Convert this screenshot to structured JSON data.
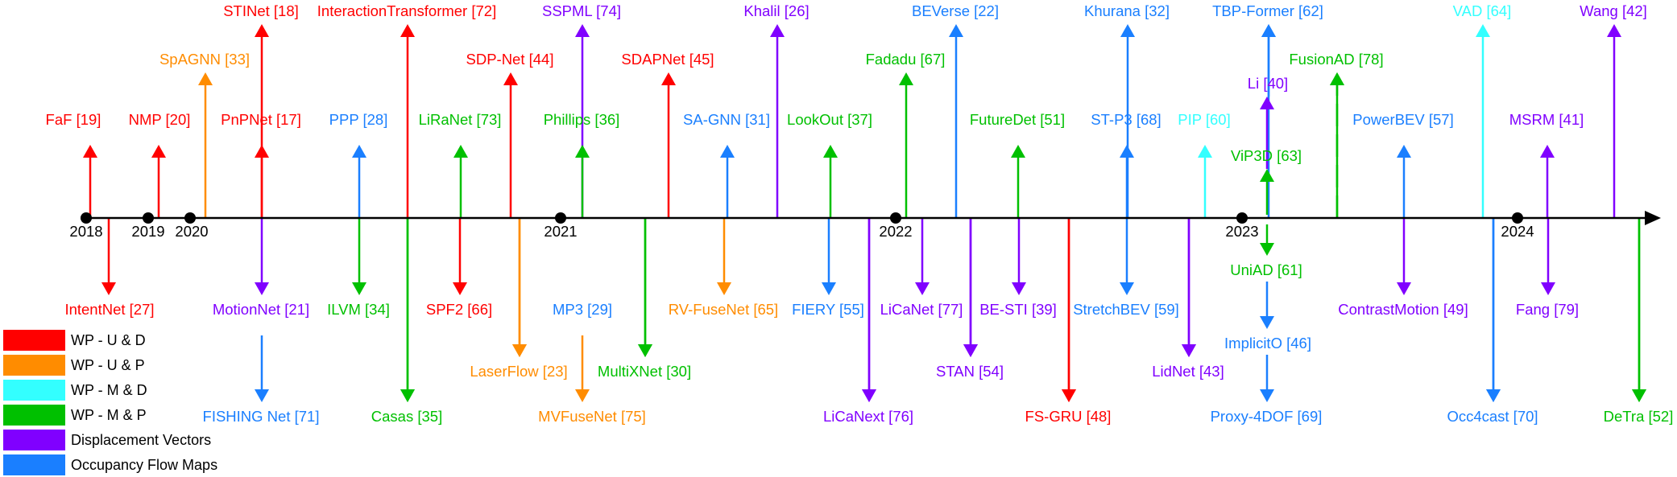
{
  "colors": {
    "wp_ud": "#ff0000",
    "wp_up": "#ff8c00",
    "wp_md": "#33ffff",
    "wp_mp": "#00c000",
    "displacement": "#8000ff",
    "occupancy": "#1a7fff",
    "axis": "#000000"
  },
  "years": [
    "2018",
    "2019",
    "2020",
    "2021",
    "2022",
    "2023",
    "2024"
  ],
  "legend": [
    {
      "label": "WP - U & D",
      "cat": "wp_ud"
    },
    {
      "label": "WP - U & P",
      "cat": "wp_up"
    },
    {
      "label": "WP - M & D",
      "cat": "wp_md"
    },
    {
      "label": "WP - M & P",
      "cat": "wp_mp"
    },
    {
      "label": "Displacement Vectors",
      "cat": "displacement"
    },
    {
      "label": "Occupancy Flow Maps",
      "cat": "occupancy"
    }
  ],
  "methods": [
    {
      "label": "FaF [19]",
      "cat": "wp_ud"
    },
    {
      "label": "NMP [20]",
      "cat": "wp_ud"
    },
    {
      "label": "SpAGNN [33]",
      "cat": "wp_up"
    },
    {
      "label": "STINet [18]",
      "cat": "wp_ud"
    },
    {
      "label": "PnPNet [17]",
      "cat": "wp_ud"
    },
    {
      "label": "InteractionTransformer [72]",
      "cat": "wp_ud"
    },
    {
      "label": "PPP [28]",
      "cat": "occupancy"
    },
    {
      "label": "LiRaNet [73]",
      "cat": "wp_mp"
    },
    {
      "label": "SDP-Net [44]",
      "cat": "wp_ud"
    },
    {
      "label": "SSPML [74]",
      "cat": "displacement"
    },
    {
      "label": "Phillips [36]",
      "cat": "wp_mp"
    },
    {
      "label": "SDAPNet [45]",
      "cat": "wp_ud"
    },
    {
      "label": "SA-GNN [31]",
      "cat": "occupancy"
    },
    {
      "label": "Khalil [26]",
      "cat": "displacement"
    },
    {
      "label": "LookOut [37]",
      "cat": "wp_mp"
    },
    {
      "label": "Fadadu [67]",
      "cat": "wp_mp"
    },
    {
      "label": "BEVerse [22]",
      "cat": "occupancy"
    },
    {
      "label": "FutureDet [51]",
      "cat": "wp_mp"
    },
    {
      "label": "Khurana [32]",
      "cat": "occupancy"
    },
    {
      "label": "ST-P3 [68]",
      "cat": "occupancy"
    },
    {
      "label": "PIP [60]",
      "cat": "wp_md"
    },
    {
      "label": "TBP-Former [62]",
      "cat": "occupancy"
    },
    {
      "label": "Li [40]",
      "cat": "displacement"
    },
    {
      "label": "ViP3D [63]",
      "cat": "wp_mp"
    },
    {
      "label": "FusionAD [78]",
      "cat": "wp_mp"
    },
    {
      "label": "PowerBEV [57]",
      "cat": "occupancy"
    },
    {
      "label": "VAD [64]",
      "cat": "wp_md"
    },
    {
      "label": "MSRM [41]",
      "cat": "displacement"
    },
    {
      "label": "Wang [42]",
      "cat": "displacement"
    },
    {
      "label": "IntentNet [27]",
      "cat": "wp_ud"
    },
    {
      "label": "MotionNet [21]",
      "cat": "displacement"
    },
    {
      "label": "FISHING Net [71]",
      "cat": "occupancy"
    },
    {
      "label": "ILVM [34]",
      "cat": "wp_mp"
    },
    {
      "label": "Casas [35]",
      "cat": "wp_mp"
    },
    {
      "label": "SPF2 [66]",
      "cat": "wp_ud"
    },
    {
      "label": "LaserFlow [23]",
      "cat": "wp_up"
    },
    {
      "label": "MP3 [29]",
      "cat": "occupancy"
    },
    {
      "label": "MVFuseNet [75]",
      "cat": "wp_up"
    },
    {
      "label": "MultiXNet [30]",
      "cat": "wp_mp"
    },
    {
      "label": "RV-FuseNet [65]",
      "cat": "wp_up"
    },
    {
      "label": "FIERY [55]",
      "cat": "occupancy"
    },
    {
      "label": "LiCaNext [76]",
      "cat": "displacement"
    },
    {
      "label": "LiCaNet [77]",
      "cat": "displacement"
    },
    {
      "label": "STAN [54]",
      "cat": "displacement"
    },
    {
      "label": "BE-STI [39]",
      "cat": "displacement"
    },
    {
      "label": "FS-GRU [48]",
      "cat": "wp_ud"
    },
    {
      "label": "StretchBEV [59]",
      "cat": "occupancy"
    },
    {
      "label": "LidNet [43]",
      "cat": "displacement"
    },
    {
      "label": "UniAD [61]",
      "cat": "wp_mp"
    },
    {
      "label": "ImplicitO [46]",
      "cat": "occupancy"
    },
    {
      "label": "Proxy-4DOF [69]",
      "cat": "occupancy"
    },
    {
      "label": "ContrastMotion [49]",
      "cat": "displacement"
    },
    {
      "label": "Fang [79]",
      "cat": "displacement"
    },
    {
      "label": "Occ4cast [70]",
      "cat": "occupancy"
    },
    {
      "label": "DeTra [52]",
      "cat": "wp_mp"
    }
  ]
}
